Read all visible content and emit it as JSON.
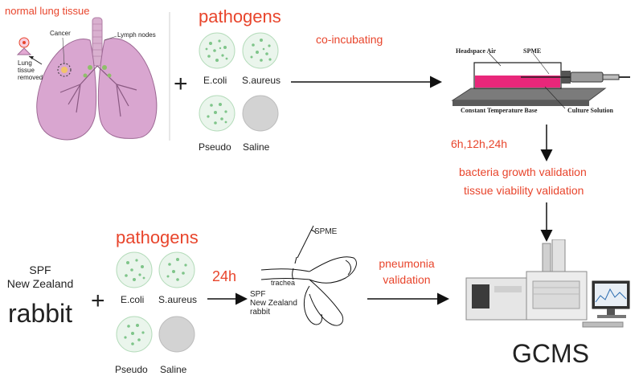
{
  "colors": {
    "accent_red": "#e8452c",
    "pathogen_green": "#7fc58a",
    "saline_gray": "#d3d3d3",
    "arrow": "#111111",
    "culture_pink": "#e8277a"
  },
  "top": {
    "lung": {
      "title": "normal lung tissue",
      "cancer_label": "Cancer",
      "lymph_label": "Lymph nodes",
      "removed_label_line1": "Lung",
      "removed_label_line2": "tissue",
      "removed_label_line3": "removed"
    },
    "plus": "+",
    "pathogens": {
      "title": "pathogens",
      "items": [
        {
          "label": "E.coli",
          "icon": "bacteria-dish-icon"
        },
        {
          "label": "S.aureus",
          "icon": "bacteria-dish-icon"
        },
        {
          "label": "Pseudo",
          "icon": "bacteria-dish-icon"
        },
        {
          "label": "Saline",
          "icon": "saline-dish-icon"
        }
      ]
    },
    "arrow_label": "co-incubating",
    "apparatus": {
      "headspace": "Headspace Air",
      "spme": "SPME",
      "base": "Constant Temperature Base",
      "culture": "Culture Solution"
    },
    "times": "6h,12h,24h",
    "validation_line1": "bacteria growth validation",
    "validation_line2": "tissue viability validation"
  },
  "bottom": {
    "rabbit_line1": "SPF",
    "rabbit_line2": "New Zealand",
    "rabbit_big": "rabbit",
    "plus": "+",
    "pathogens": {
      "title": "pathogens",
      "items": [
        {
          "label": "E.coli",
          "icon": "bacteria-dish-icon"
        },
        {
          "label": "S.aureus",
          "icon": "bacteria-dish-icon"
        },
        {
          "label": "Pseudo",
          "icon": "bacteria-dish-icon"
        },
        {
          "label": "Saline",
          "icon": "saline-dish-icon"
        }
      ]
    },
    "time": "24h",
    "sketch": {
      "spme": "SPME",
      "trachea": "trachea",
      "line1": "SPF",
      "line2": "New Zealand",
      "line3": "rabbit"
    },
    "pneumonia_line1": "pneumonia",
    "pneumonia_line2": "validation",
    "instrument": "GCMS"
  }
}
